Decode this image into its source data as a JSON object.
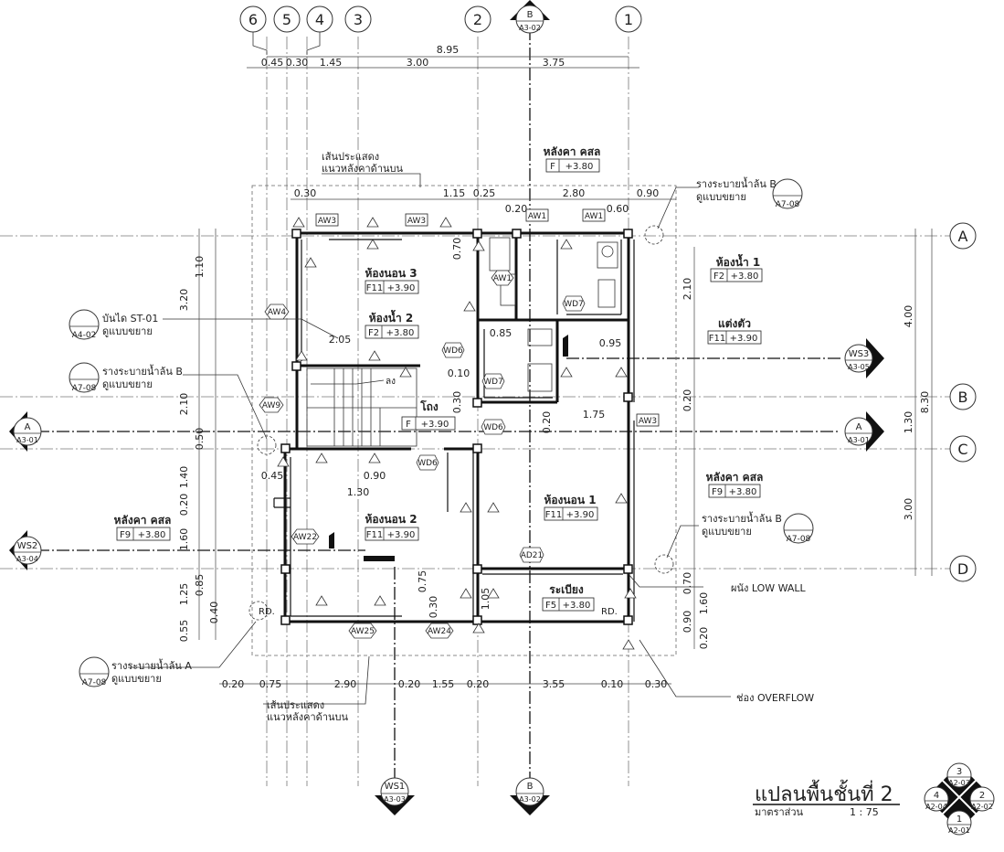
{
  "title": {
    "main": "แปลนพื้นชั้นที่ 2",
    "scale_label": "มาตราส่วน",
    "scale_value": "1 : 75"
  },
  "grid_top": [
    "6",
    "5",
    "4",
    "3",
    "2",
    "1"
  ],
  "grid_right": [
    "A",
    "B",
    "C",
    "D"
  ],
  "top_dims": {
    "total": "8.95",
    "d1": "0.45",
    "d2": "0.30",
    "d3": "1.45",
    "d4": "3.00",
    "d5": "3.75"
  },
  "bottom_dims": [
    "0.20",
    "0.75",
    "2.90",
    "0.20",
    "1.55",
    "0.20",
    "3.55",
    "0.10",
    "0.30"
  ],
  "left_dims": [
    "1.10",
    "3.20",
    "2.10",
    "0.50",
    "1.40",
    "0.20",
    "1.60",
    "0.85",
    "1.25",
    "0.40",
    "0.55"
  ],
  "right_dims": [
    "4.00",
    "8.30",
    "1.30",
    "3.00",
    "2.10",
    "0.20",
    "0.70",
    "1.60",
    "0.90",
    "0.20"
  ],
  "inner_dims": {
    "top_030": "0.30",
    "top_115": "1.15",
    "top_025": "0.25",
    "top_280": "2.80",
    "top_090": "0.90",
    "d020": "0.20",
    "d060": "0.60",
    "d070": "0.70",
    "d205": "2.05",
    "d085": "0.85",
    "d010": "0.10",
    "d030": "0.30",
    "d020b": "0.20",
    "d175": "1.75",
    "d095": "0.95",
    "d045": "0.45",
    "d090": "0.90",
    "d130": "1.30",
    "d075": "0.75",
    "d030b": "0.30",
    "d105": "1.05"
  },
  "rooms": [
    {
      "name": "ห้องนอน 3",
      "code": "F11",
      "level": "+3.90"
    },
    {
      "name": "ห้องน้ำ 2",
      "code": "F2",
      "level": "+3.80"
    },
    {
      "name": "โถง",
      "code": "F",
      "level": "+3.90"
    },
    {
      "name": "ห้องนอน 2",
      "code": "F11",
      "level": "+3.90"
    },
    {
      "name": "ห้องนอน 1",
      "code": "F11",
      "level": "+3.90"
    },
    {
      "name": "ระเบียง",
      "code": "F5",
      "level": "+3.80"
    },
    {
      "name": "ห้องน้ำ 1",
      "code": "F2",
      "level": "+3.80"
    },
    {
      "name": "แต่งตัว",
      "code": "F11",
      "level": "+3.90"
    },
    {
      "name": "หลังคา คสล",
      "code": "F",
      "level": "+3.80"
    },
    {
      "name": "หลังคา คสล",
      "code": "F9",
      "level": "+3.80"
    },
    {
      "name": "หลังคา คสล",
      "code": "F9",
      "level": "+3.80"
    }
  ],
  "notes": {
    "roof_line_top_1": "เส้นประแสดง",
    "roof_line_top_2": "แนวหลังคาด้านบน",
    "roof_line_bot_1": "เส้นประแสดง",
    "roof_line_bot_2": "แนวหลังคาด้านบน",
    "stair": "บันได ST-01",
    "see_detail_1": "ดูแบบขยาย",
    "stair_ref": "A4-02",
    "gutter_b_left": "รางระบายน้ำล้น B",
    "see_detail_2": "ดูแบบขยาย",
    "gutter_b_left_ref": "A7-08",
    "gutter_b_top": "รางระบายน้ำล้น B",
    "see_detail_3": "ดูแบบขยาย",
    "gutter_b_top_ref": "A7-08",
    "gutter_b_right": "รางระบายน้ำล้น B",
    "see_detail_4": "ดูแบบขยาย",
    "gutter_b_right_ref": "A7-08",
    "gutter_a": "รางระบายน้ำล้น A",
    "see_detail_5": "ดูแบบขยาย",
    "gutter_a_ref": "A7-08",
    "low_wall": "ผนัง LOW WALL",
    "overflow": "ช่อง OVERFLOW",
    "down": "ลง",
    "rd1": "RD.",
    "rd2": "RD."
  },
  "windows_doors": [
    "AW3",
    "AW3",
    "AW1",
    "AW1",
    "AW1",
    "AW4",
    "AW9",
    "AW22",
    "AW25",
    "AW24",
    "AW3",
    "WD7",
    "WD6",
    "WD7",
    "WD6",
    "WD6",
    "AD21"
  ],
  "sections": [
    {
      "id": "B",
      "sheet": "A3-02"
    },
    {
      "id": "B",
      "sheet": "A3-02"
    },
    {
      "id": "A",
      "sheet": "A3-01"
    },
    {
      "id": "A",
      "sheet": "A3-01"
    },
    {
      "id": "WS3",
      "sheet": "A3-05"
    },
    {
      "id": "WS2",
      "sheet": "A3-04"
    },
    {
      "id": "WS1",
      "sheet": "A3-03"
    }
  ],
  "key_elev": [
    {
      "id": "3",
      "sheet": "A2-03"
    },
    {
      "id": "4",
      "sheet": "A2-04"
    },
    {
      "id": "2",
      "sheet": "A2-02"
    },
    {
      "id": "1",
      "sheet": "A2-01"
    }
  ]
}
